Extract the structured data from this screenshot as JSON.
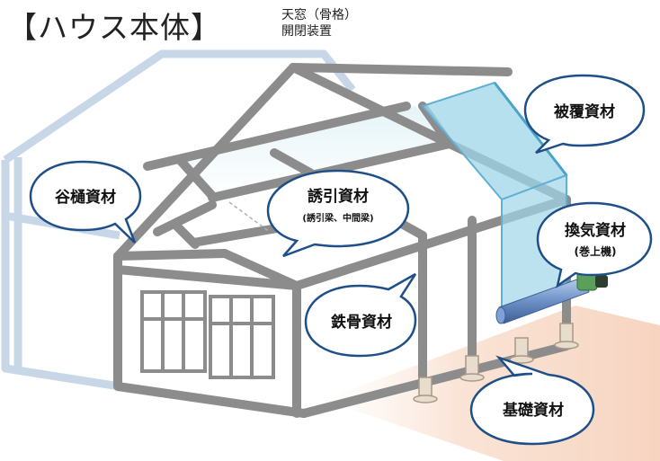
{
  "title": "【ハウス本体】",
  "note": {
    "line1": "天窓（骨格）",
    "line2": "開閉装置"
  },
  "labels": {
    "valley_gutter": "谷樋資材",
    "purlin_main": "誘引資材",
    "purlin_sub": "(誘引梁、中間梁)",
    "steel_frame": "鉄骨資材",
    "covering": "被覆資材",
    "ventilation_main": "換気資材",
    "ventilation_sub": "(巻上機)",
    "foundation": "基礎資材"
  },
  "colors": {
    "frame": "#8c8c8c",
    "back_frame": "#bfd0e3",
    "covering": "#9fd5ea",
    "ground": "#f8d9c6",
    "motor": "#5aa05a"
  }
}
